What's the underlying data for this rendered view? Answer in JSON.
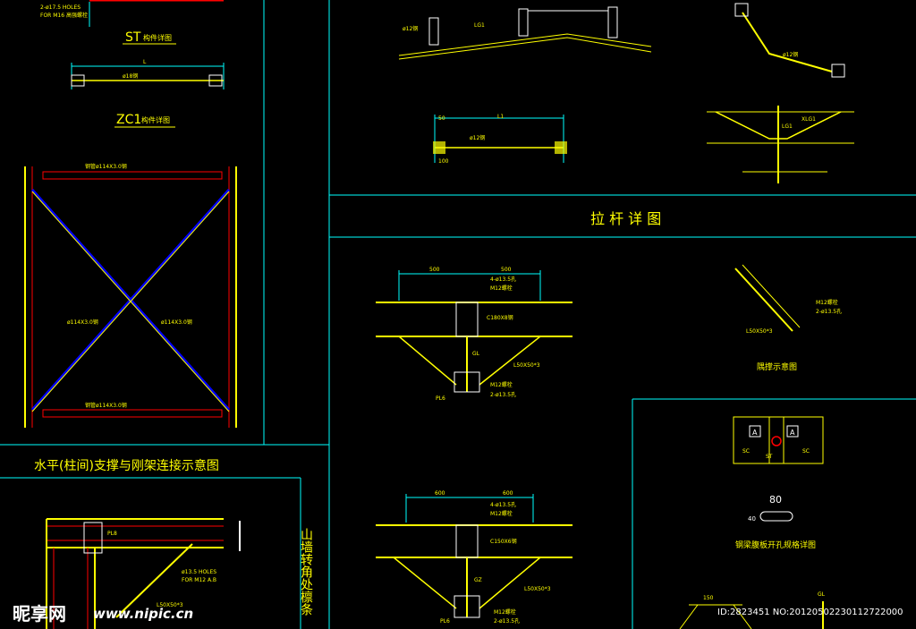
{
  "titles": {
    "st_detail": "ST",
    "st_detail_suffix": "构件详图",
    "zc1_detail": "ZC1",
    "zc1_detail_suffix": "构件详图",
    "horizontal_bracing": "水平(柱间)支撑与刚架连接示意图",
    "tie_rod_detail": "拉 杆 详 图",
    "corner_brace": "隅撑示意图",
    "purlin_hole": "钢梁腹板开孔规格详图",
    "gable_wall": "山墙转角处檩条"
  },
  "labels": {
    "holes_16": "2-ø17.5 HOLES",
    "bolt_16": "FOR M16 高强螺栓",
    "pipe_114_a": "ø114X3.0钢",
    "pipe_114_b": "ø114X3.0钢",
    "pipe_114_top": "钢管ø114X3.0钢",
    "pipe_114_bot": "钢管ø114X3.0钢",
    "rod_18": "ø18钢",
    "rod_12": "ø12钢",
    "lg1": "LG1",
    "dim_L": "L",
    "dim_L1": "L1",
    "dim_500a": "500",
    "dim_500b": "500",
    "dim_600a": "600",
    "dim_600b": "600",
    "dim_50": "50",
    "dim_100": "100",
    "bolts_a": "4-ø13.5孔",
    "bolts_b": "M12螺栓",
    "c180": "C180X8钢",
    "c150": "C150X6钢",
    "angle_a": "L50X50*3",
    "angle_b": "L50X50*3",
    "angle_c": "L50X50*3",
    "m12_a": "M12螺栓",
    "hole_135": "2-ø13.5孔",
    "gl": "GL",
    "gz": "GZ",
    "pl6": "PL6",
    "pl8": "PL8",
    "holes_135": "ø13.5 HOLES",
    "bolt_12": "FOR M12 A.B",
    "xlg1": "XLG1",
    "lg1b": "LG1",
    "sc_a": "SC",
    "sc_b": "SC",
    "st": "ST",
    "sec_a": "A",
    "dim_80": "80",
    "dim_40": "40",
    "dim_150": "150"
  },
  "watermark": {
    "brand": "昵享网",
    "url": "www.nipic.cn",
    "id": "ID:2823451 NO:20120502230112722000"
  }
}
